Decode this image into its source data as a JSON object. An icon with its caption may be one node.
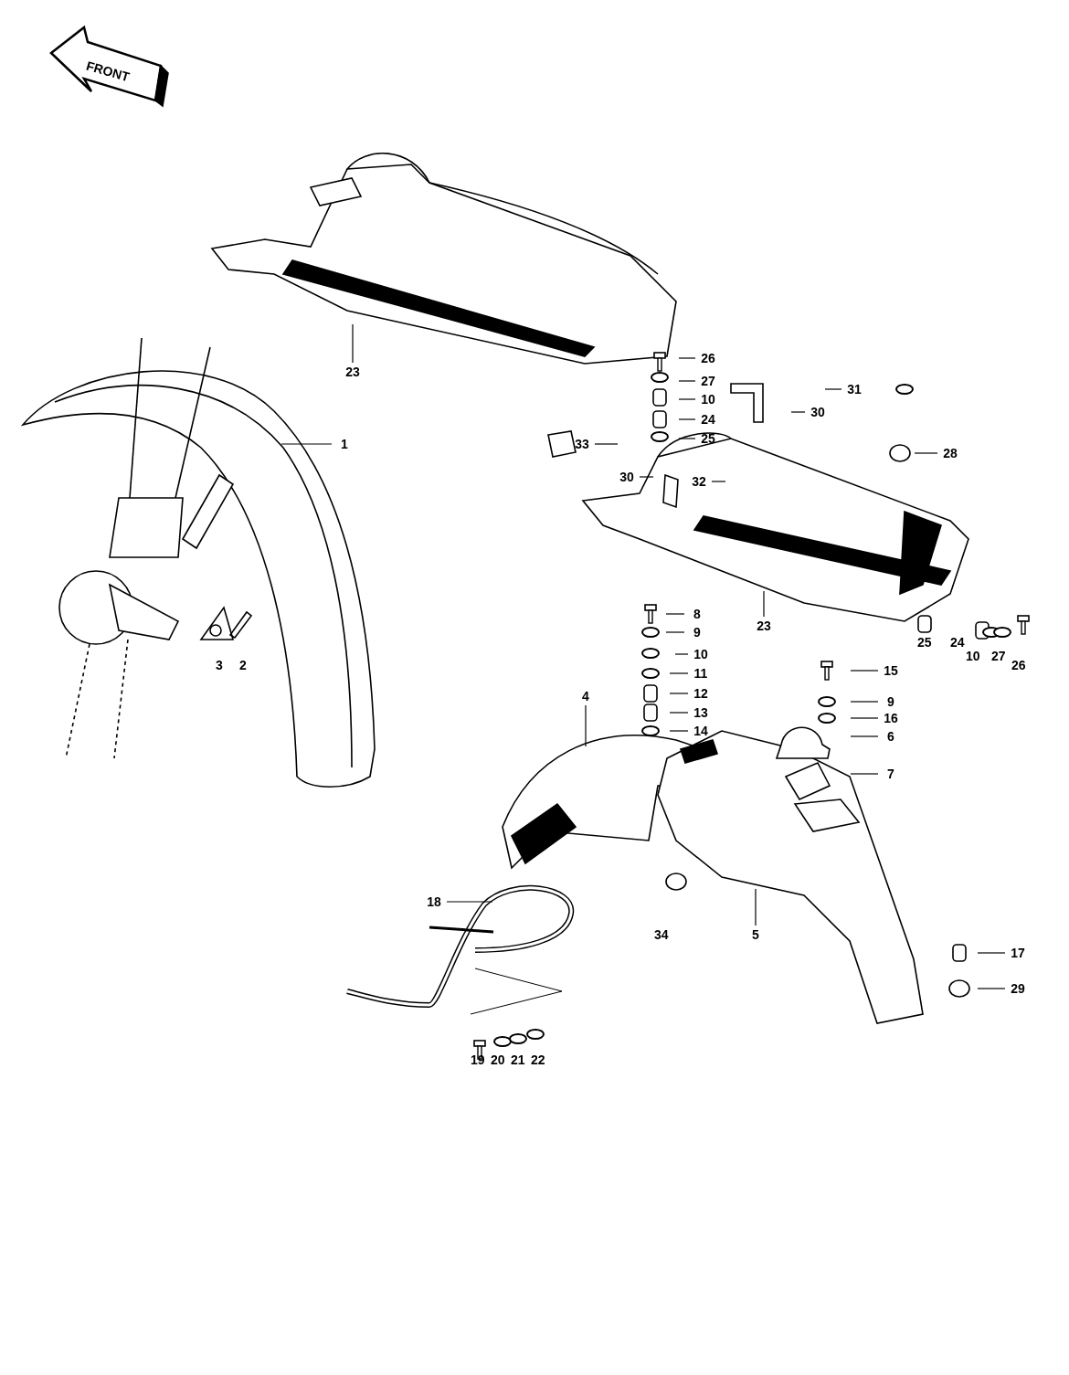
{
  "diagram": {
    "nodes": [
      {
        "text": [
          "23"
        ]
      },
      {
        "text": [
          "26"
        ]
      },
      {
        "text": [
          "27"
        ]
      },
      {
        "text": [
          "10"
        ]
      },
      {
        "text": [
          "24"
        ]
      },
      {
        "text": [
          "31"
        ]
      },
      {
        "text": [
          "30"
        ]
      },
      {
        "text": [
          "1"
        ]
      },
      {
        "text": [
          "33"
        ]
      },
      {
        "text": [
          "25"
        ]
      },
      {
        "text": [
          "28"
        ]
      },
      {
        "text": [
          "30"
        ]
      },
      {
        "text": [
          "32"
        ]
      },
      {
        "text": [
          "23"
        ]
      },
      {
        "text": [
          "8"
        ]
      },
      {
        "text": [
          "9"
        ]
      },
      {
        "text": [
          "10"
        ]
      },
      {
        "text": [
          "11"
        ]
      },
      {
        "text": [
          "12"
        ]
      },
      {
        "text": [
          "13"
        ]
      },
      {
        "text": [
          "14"
        ]
      },
      {
        "text": [
          "4"
        ]
      },
      {
        "text": [
          "15"
        ]
      },
      {
        "text": [
          "9"
        ]
      },
      {
        "text": [
          "16"
        ]
      },
      {
        "text": [
          "6"
        ]
      },
      {
        "text": [
          "7"
        ]
      },
      {
        "text": [
          "18"
        ]
      },
      {
        "text": [
          "5"
        ]
      },
      {
        "text": [
          "17"
        ]
      },
      {
        "text": [
          "29"
        ]
      }
    ],
    "edges": [
      {
        "from": 0,
        "to": null,
        "arrow": "none"
      },
      {
        "from": 1,
        "to": null,
        "arrow": "none"
      },
      {
        "from": 2,
        "to": null,
        "arrow": "none"
      },
      {
        "from": 3,
        "to": null,
        "arrow": "none"
      },
      {
        "from": 4,
        "to": null,
        "arrow": "none"
      },
      {
        "from": 5,
        "to": null,
        "arrow": "none"
      },
      {
        "from": 6,
        "to": null,
        "arrow": "none"
      },
      {
        "from": 7,
        "to": null,
        "arrow": "none"
      },
      {
        "from": 8,
        "to": null,
        "arrow": "none"
      },
      {
        "from": 9,
        "to": null,
        "arrow": "none"
      },
      {
        "from": 10,
        "to": null,
        "arrow": "none"
      },
      {
        "from": 11,
        "to": null,
        "arrow": "none"
      },
      {
        "from": 12,
        "to": null,
        "arrow": "none"
      },
      {
        "from": 13,
        "to": null,
        "arrow": "none"
      },
      {
        "from": 14,
        "to": null,
        "arrow": "none"
      },
      {
        "from": 15,
        "to": null,
        "arrow": "none"
      },
      {
        "from": 16,
        "to": null,
        "arrow": "none"
      },
      {
        "from": 17,
        "to": null,
        "arrow": "none"
      },
      {
        "from": 18,
        "to": null,
        "arrow": "none"
      },
      {
        "from": 19,
        "to": null,
        "arrow": "none"
      },
      {
        "from": 20,
        "to": null,
        "arrow": "none"
      },
      {
        "from": 21,
        "to": null,
        "arrow": "none"
      },
      {
        "from": 22,
        "to": null,
        "arrow": "none"
      },
      {
        "from": 23,
        "to": null,
        "arrow": "none"
      },
      {
        "from": 24,
        "to": null,
        "arrow": "none"
      },
      {
        "from": 25,
        "to": null,
        "arrow": "none"
      },
      {
        "from": 26,
        "to": null,
        "arrow": "none"
      },
      {
        "from": 27,
        "to": null,
        "arrow": "none"
      },
      {
        "from": 28,
        "to": null,
        "arrow": "none"
      },
      {
        "from": 29,
        "to": null,
        "arrow": "none"
      },
      {
        "from": 30,
        "to": null,
        "arrow": "none"
      }
    ],
    "labels": [
      "FRONT",
      "3",
      "2",
      "25",
      "24",
      "10",
      "27",
      "26",
      "34",
      "19",
      "20",
      "21",
      "22"
    ]
  }
}
